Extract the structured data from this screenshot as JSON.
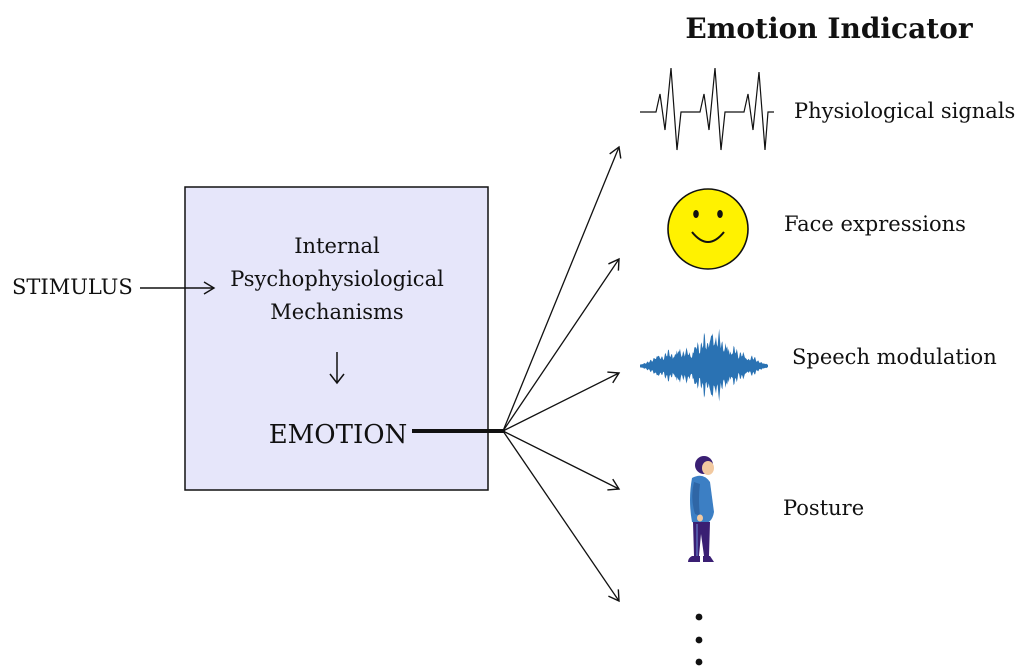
{
  "title": "Emotion Indicator",
  "stimulus_label": "STIMULUS",
  "mechanism_lines": [
    "Internal",
    "Psychophysiological",
    "Mechanisms"
  ],
  "emotion_label": "EMOTION",
  "indicators": [
    {
      "label": "Physiological signals",
      "icon": "physiological-signal-icon"
    },
    {
      "label": "Face expressions",
      "icon": "smiley-face-icon"
    },
    {
      "label": "Speech modulation",
      "icon": "speech-waveform-icon"
    },
    {
      "label": "Posture",
      "icon": "person-posture-icon"
    }
  ],
  "colors": {
    "box_fill": "#e6e6fa",
    "face_fill": "#fff200",
    "waveform": "#2a72b3",
    "figure_shirt": "#3c7fc4",
    "figure_pants": "#3a1f73"
  }
}
